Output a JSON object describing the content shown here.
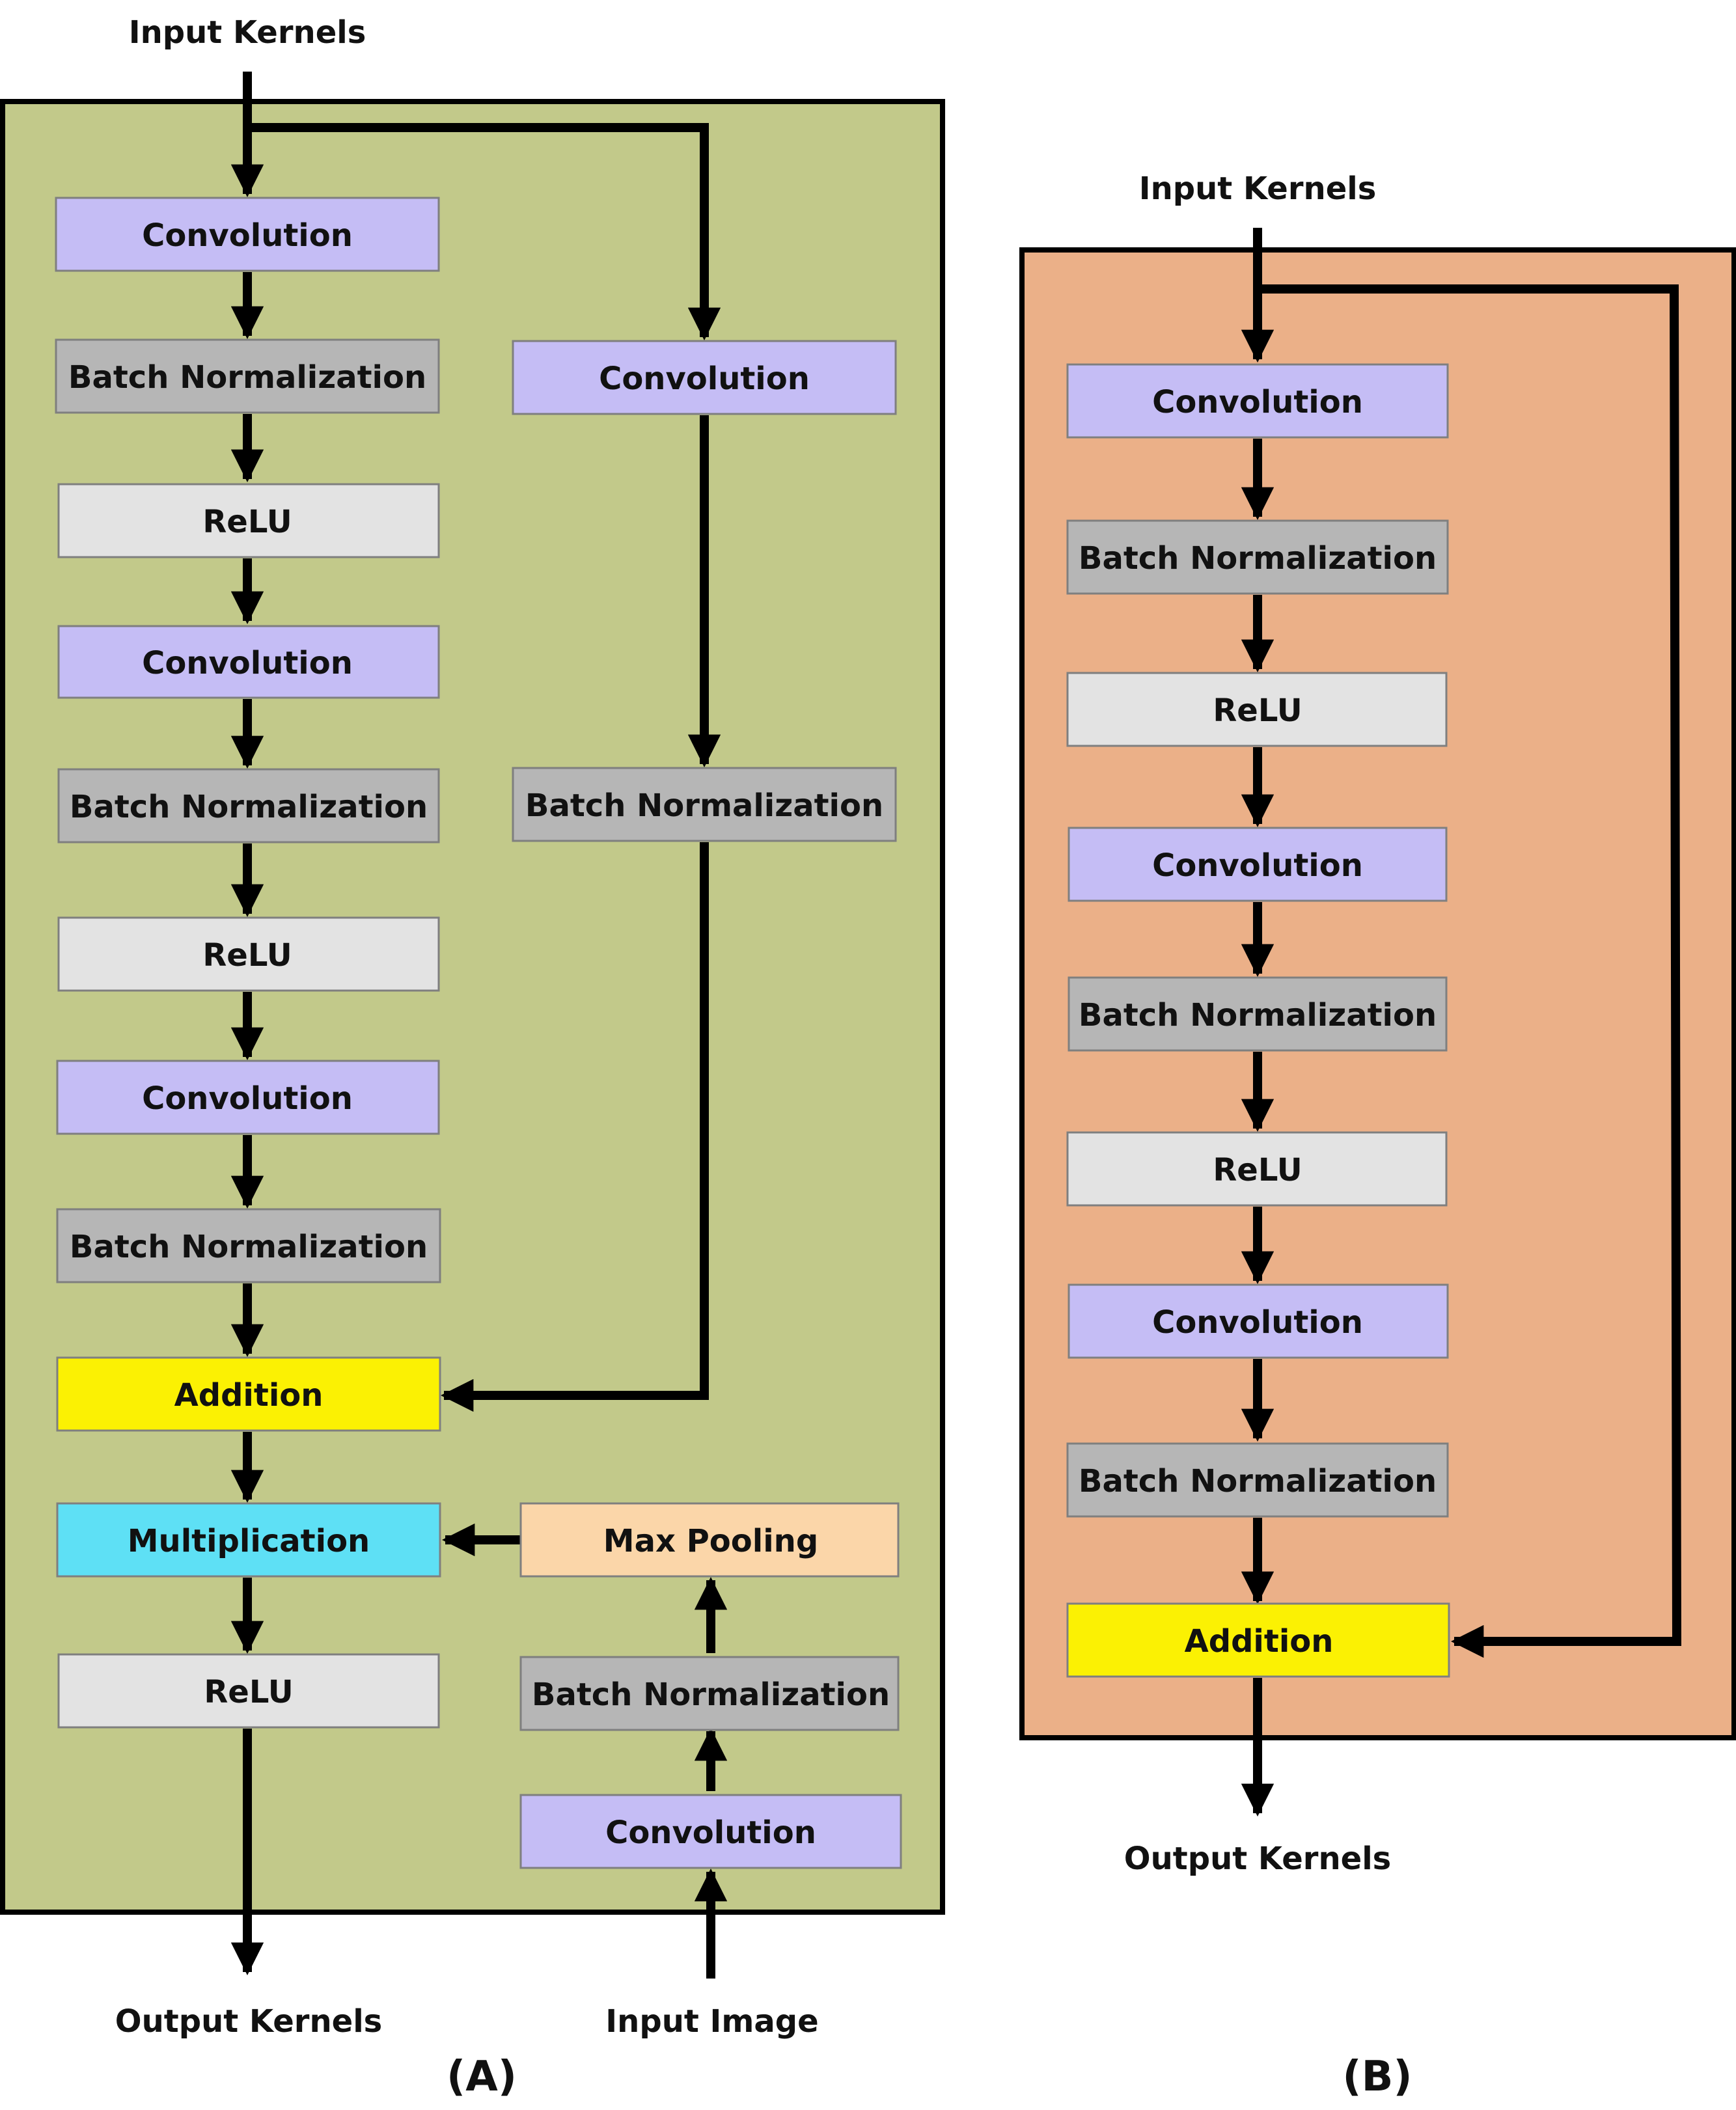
{
  "panel_a": {
    "caption": "(A)",
    "input_label": "Input Kernels",
    "output_label": "Output Kernels",
    "image_input_label": "Input Image",
    "main_branch": [
      "Convolution",
      "Batch Normalization",
      "ReLU",
      "Convolution",
      "Batch Normalization",
      "ReLU",
      "Convolution",
      "Batch Normalization",
      "Addition",
      "Multiplication",
      "ReLU"
    ],
    "shortcut_branch": [
      "Convolution",
      "Batch Normalization"
    ],
    "image_branch": [
      "Max Pooling",
      "Batch Normalization",
      "Convolution"
    ]
  },
  "panel_b": {
    "caption": "(B)",
    "input_label": "Input Kernels",
    "output_label": "Output Kernels",
    "main_branch": [
      "Convolution",
      "Batch Normalization",
      "ReLU",
      "Convolution",
      "Batch Normalization",
      "ReLU",
      "Convolution",
      "Batch Normalization",
      "Addition"
    ]
  },
  "colors": {
    "panel_a_bg": "#c2c98a",
    "panel_b_bg": "#ebb088",
    "convolution": "#c5bdf5",
    "batch_normalization": "#b6b6b6",
    "relu": "#e3e3e3",
    "addition": "#fbf103",
    "multiplication": "#5ee0f5",
    "max_pooling": "#fbd6a9"
  }
}
